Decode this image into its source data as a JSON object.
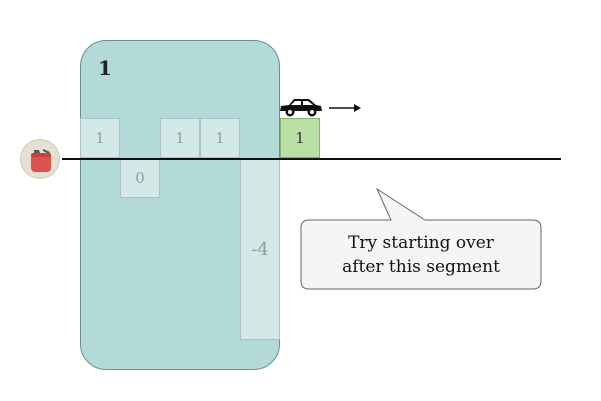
{
  "group": {
    "sum_label": "1"
  },
  "cells": [
    {
      "value": "1",
      "current": false
    },
    {
      "value": "0",
      "current": false
    },
    {
      "value": "1",
      "current": false
    },
    {
      "value": "1",
      "current": false
    },
    {
      "value": "-4",
      "current": false
    },
    {
      "value": "1",
      "current": true
    }
  ],
  "callout": {
    "line1": "Try starting over",
    "line2": "after this segment"
  },
  "icons": {
    "start": "fuel-can-icon",
    "vehicle": "car-icon",
    "direction": "arrow-right-icon"
  },
  "colors": {
    "group_fill": "#b3d9d9",
    "cell_fill": "#d5e8e8",
    "current_cell_fill": "#b9e0a5",
    "fuel_can": "#d9534f"
  }
}
